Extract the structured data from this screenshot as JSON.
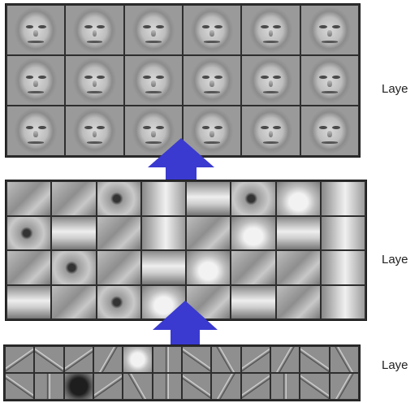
{
  "labels": {
    "layer3": "Laye",
    "layer2": "Laye",
    "layer1": "Laye"
  },
  "grids": {
    "faces": {
      "rows": 3,
      "cols": 6
    },
    "parts": {
      "rows": 4,
      "cols": 8
    },
    "edges": {
      "rows": 2,
      "cols": 12
    }
  },
  "colors": {
    "arrow": "#3a3ad0",
    "grid_border": "#2e2e2e"
  },
  "icons": {
    "arrow": "up-arrow-icon"
  }
}
